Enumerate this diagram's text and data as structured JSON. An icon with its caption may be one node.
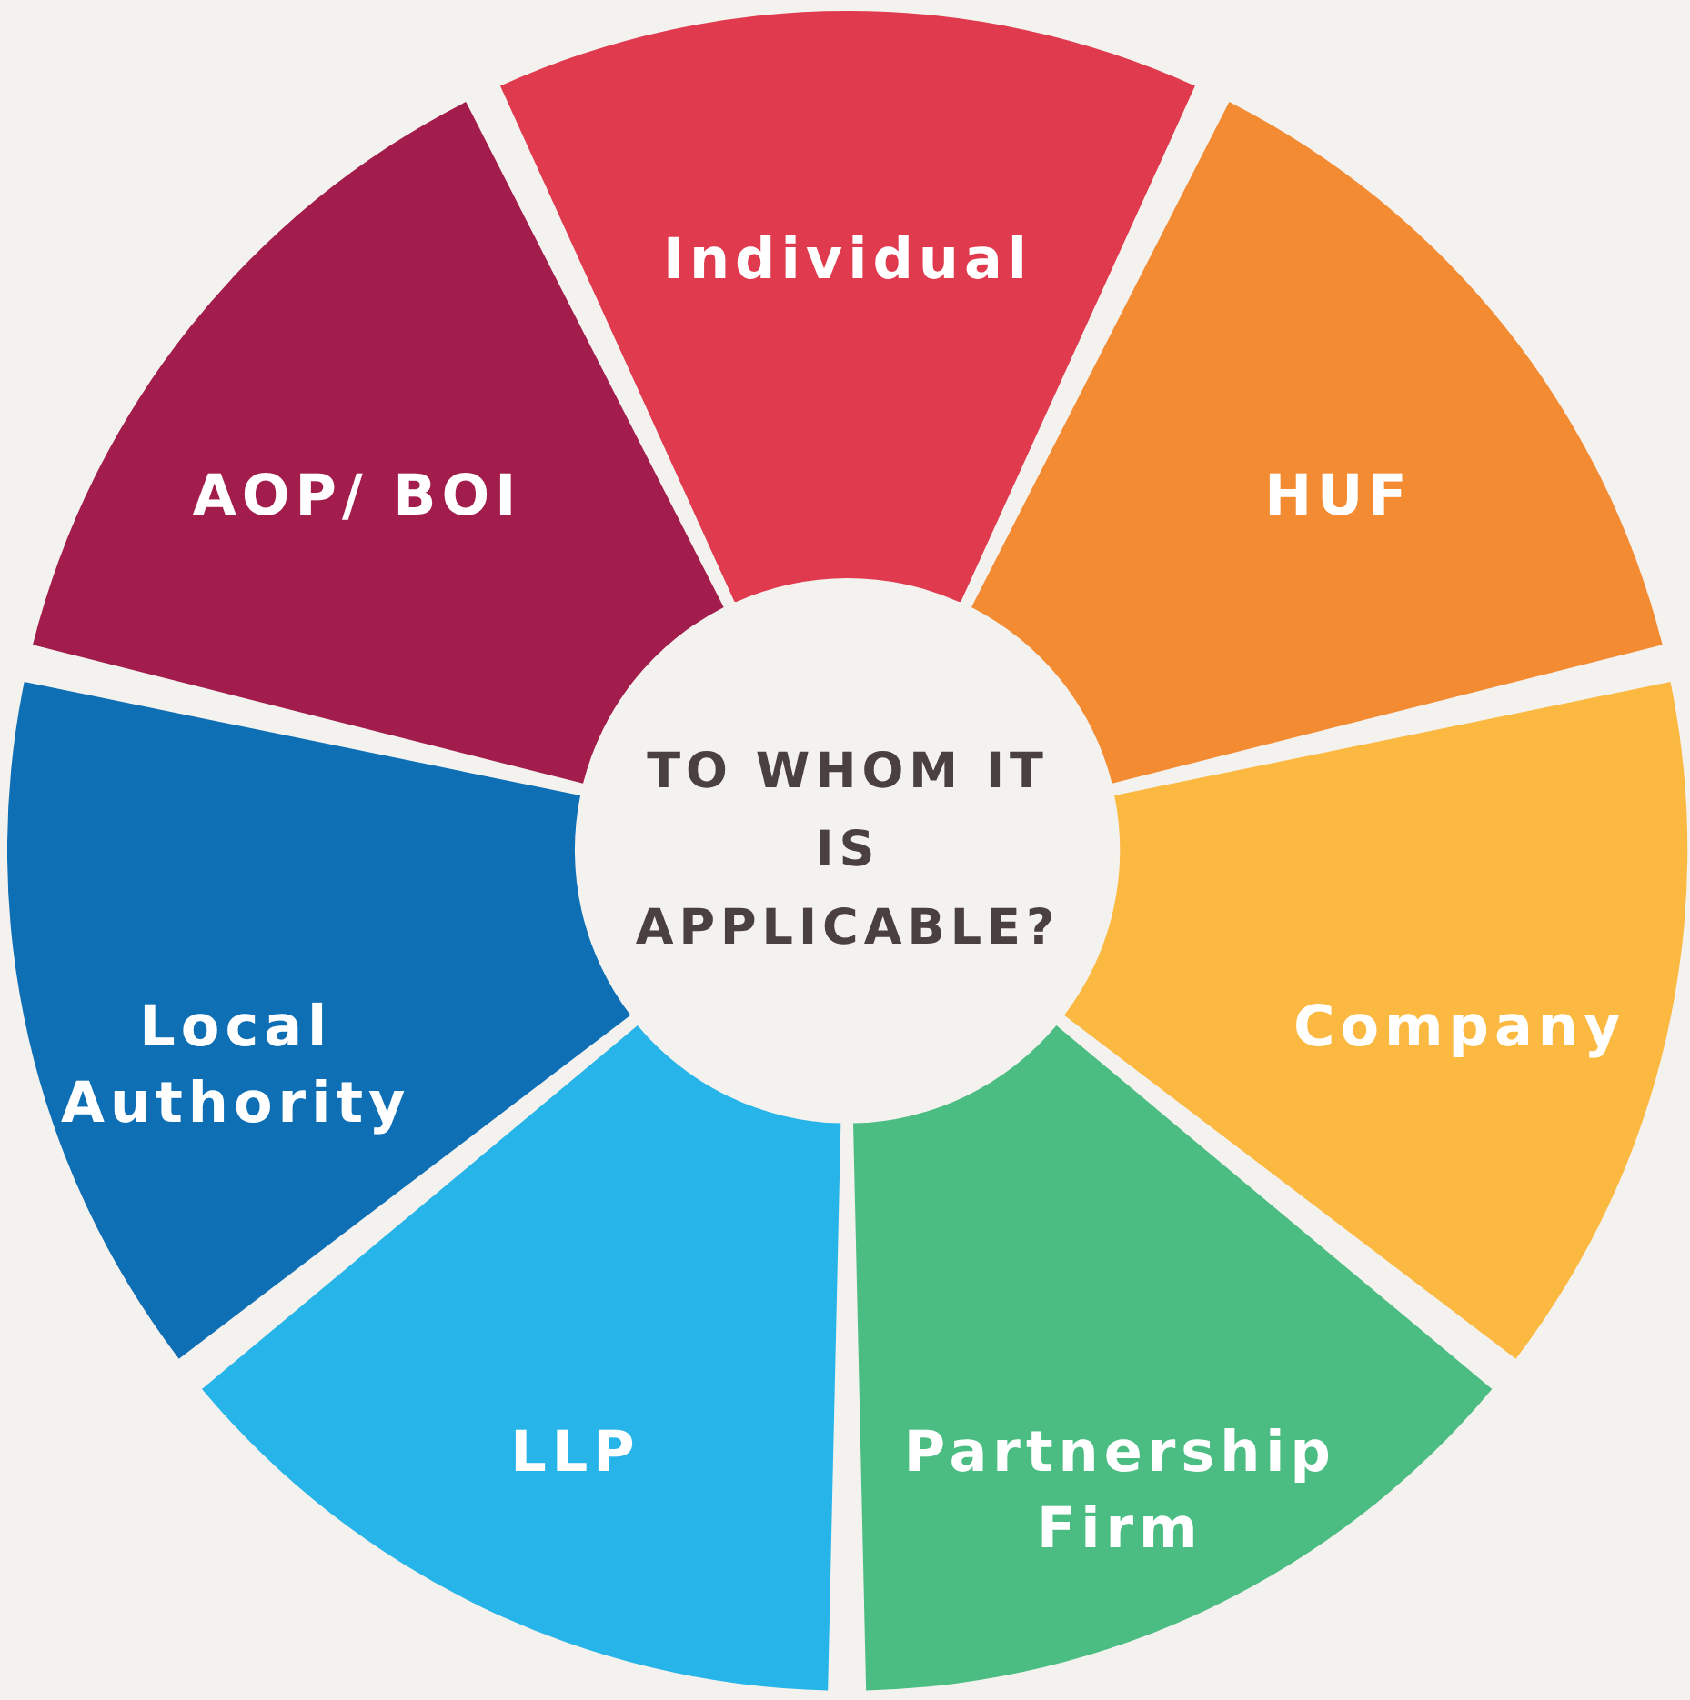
{
  "diagram": {
    "nodes": [
      {
        "text": [
          "Individual"
        ]
      },
      {
        "text": [
          "HUF"
        ]
      },
      {
        "text": [
          "Company"
        ]
      },
      {
        "text": [
          "Partnership Firm"
        ]
      },
      {
        "text": [
          "LLP"
        ]
      },
      {
        "text": [
          "Local Authority"
        ]
      },
      {
        "text": [
          "AOP/ BOI"
        ]
      }
    ],
    "labels": [
      "TO WHOM IT IS APPLICABLE?"
    ]
  }
}
